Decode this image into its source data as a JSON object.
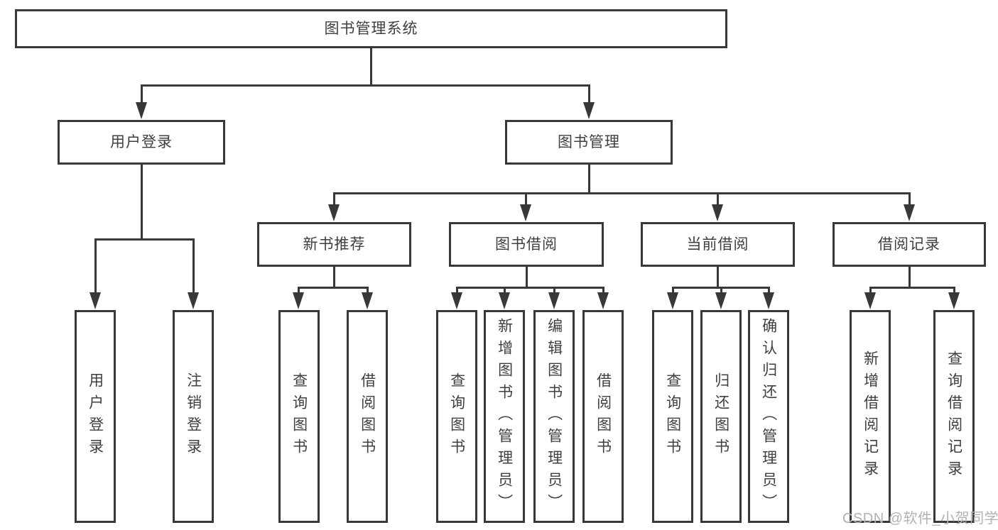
{
  "watermark": "CSDN @软件_小贺同学",
  "colors": {
    "line": "#383838",
    "box_border": "#383838",
    "text": "#3f3f3f",
    "watermark": "#b2b2b2",
    "background": "#ffffff"
  },
  "tree": {
    "root": {
      "label": "图书管理系统"
    },
    "login": {
      "label": "用户登录",
      "children": [
        {
          "label": "用户登录"
        },
        {
          "label": "注销登录"
        }
      ]
    },
    "mgmt": {
      "label": "图书管理",
      "sections": [
        {
          "label": "新书推荐",
          "children": [
            {
              "label": "查询图书"
            },
            {
              "label": "借阅图书"
            }
          ]
        },
        {
          "label": "图书借阅",
          "children": [
            {
              "label": "查询图书"
            },
            {
              "label": "新增图书（管理员）"
            },
            {
              "label": "编辑图书（管理员）"
            },
            {
              "label": "借阅图书"
            }
          ]
        },
        {
          "label": "当前借阅",
          "children": [
            {
              "label": "查询图书"
            },
            {
              "label": "归还图书"
            },
            {
              "label": "确认归还（管理员）"
            }
          ]
        },
        {
          "label": "借阅记录",
          "children": [
            {
              "label": "新增借阅记录"
            },
            {
              "label": "查询借阅记录"
            }
          ]
        }
      ]
    }
  }
}
